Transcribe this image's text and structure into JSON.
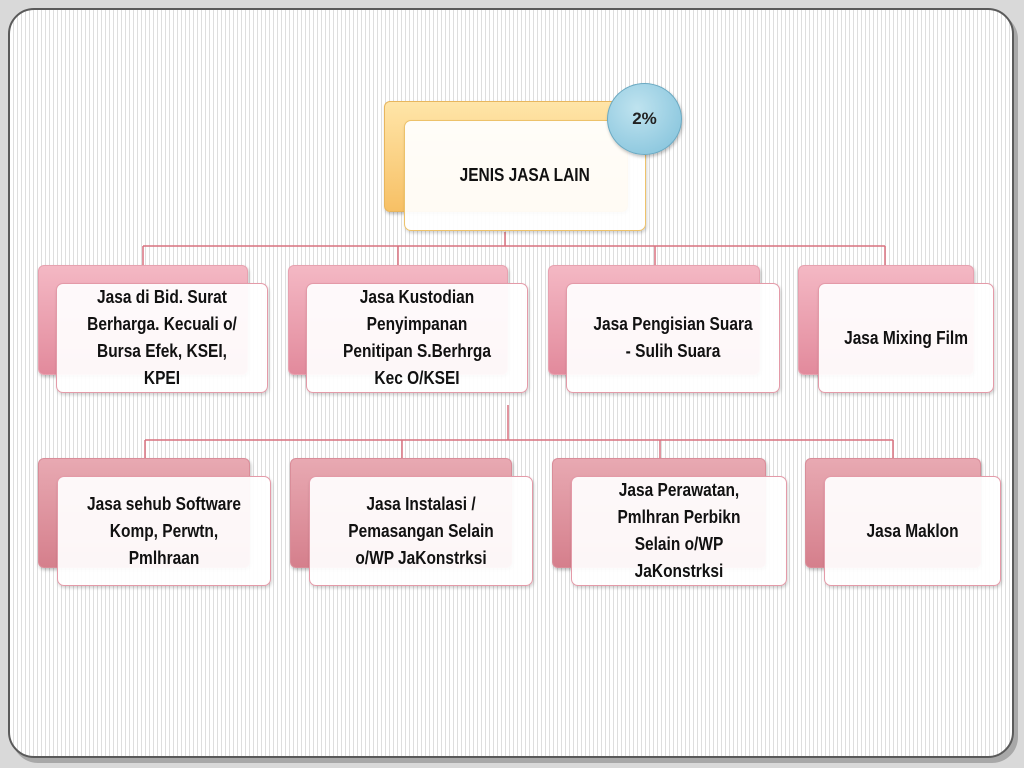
{
  "badge": "2%",
  "root": {
    "label": "JENIS JASA LAIN"
  },
  "level1": [
    {
      "label": "Jasa di Bid. Surat Berharga. Kecuali o/ Bursa Efek, KSEI, KPEI"
    },
    {
      "label": "Jasa Kustodian Penyimpanan Penitipan S.Berhrga Kec O/KSEI"
    },
    {
      "label": "Jasa Pengisian Suara - Sulih Suara"
    },
    {
      "label": "Jasa Mixing Film"
    }
  ],
  "level2": [
    {
      "label": "Jasa sehub Software Komp, Perwtn, Pmlhraan"
    },
    {
      "label": "Jasa Instalasi / Pemasangan Selain o/WP JaKonstrksi"
    },
    {
      "label": "Jasa Perawatan, Pmlhran Perbikn Selain o/WP JaKonstrksi"
    },
    {
      "label": "Jasa Maklon"
    }
  ],
  "colors": {
    "connector": "#d9707f",
    "node_fill_pink": "#ef9fb0",
    "node_fill_gold": "#fbd27f",
    "badge_fill": "#9fd3e6"
  }
}
